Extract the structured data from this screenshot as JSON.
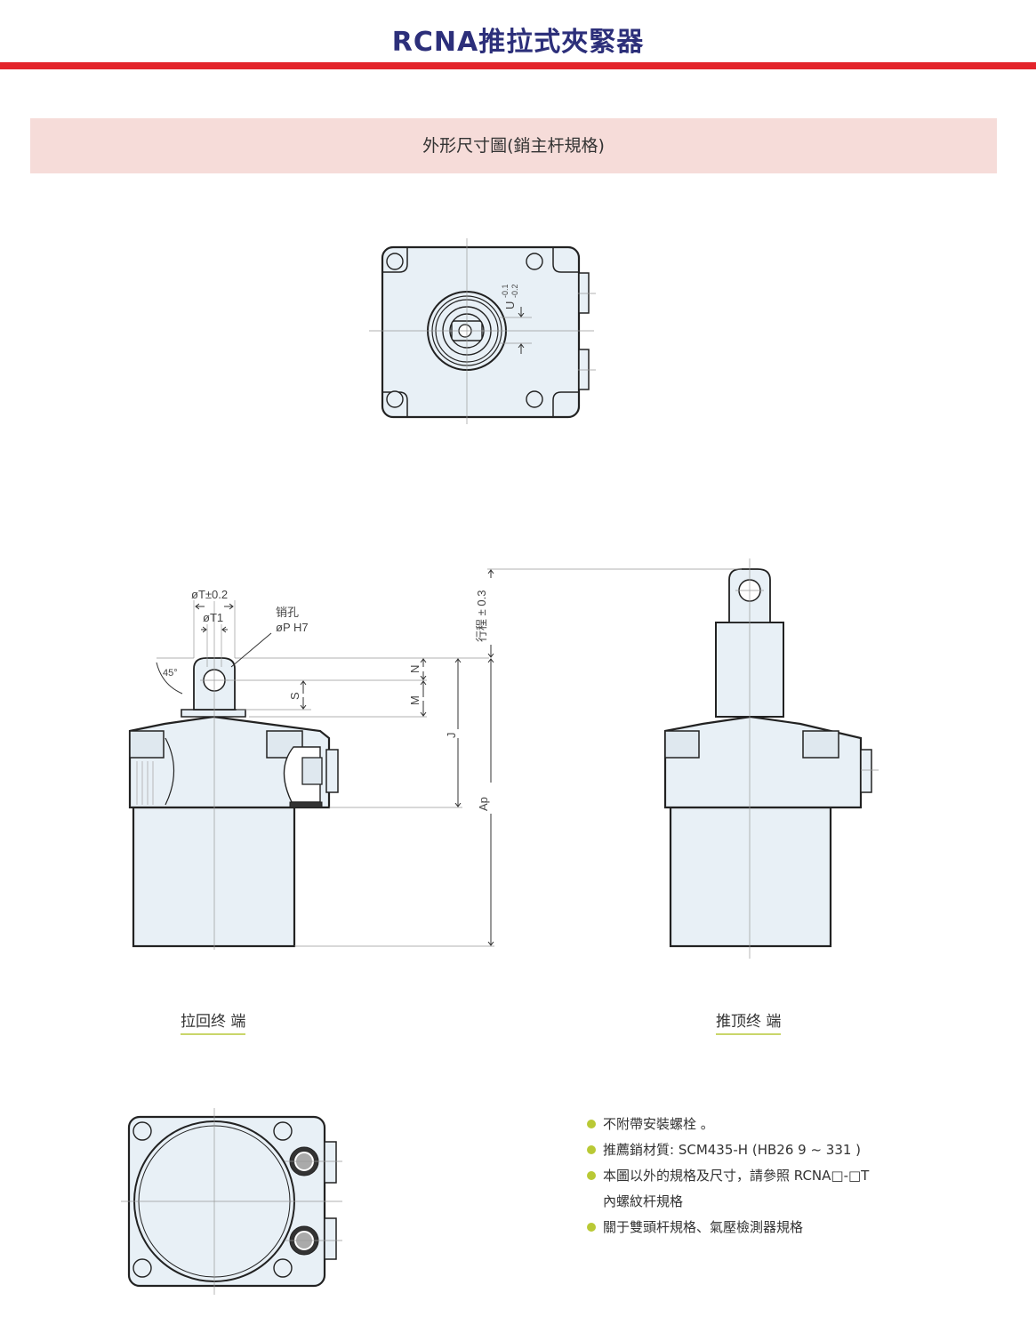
{
  "header": {
    "title": "RCNA推拉式夾緊器",
    "section_title": "外形尺寸圖(銷主杆規格)"
  },
  "drawing": {
    "labels": {
      "u": "U",
      "u_tol_upper": "-0.1",
      "u_tol_lower": "-0.2",
      "t": "øT±0.2",
      "t1": "øT1",
      "pin_hole": "销孔",
      "p": "øP H7",
      "angle": "45°",
      "n": "N",
      "s": "S",
      "m": "M",
      "j": "J",
      "ap": "Ap",
      "stroke": "行程 ± 0.3"
    },
    "captions": {
      "pull_end": "拉回终 端",
      "push_end": "推顶终 端"
    }
  },
  "notes": [
    "不附帶安裝螺栓 。",
    "推薦銷材質: SCM435-H (HB26 9 ~ 331 )",
    "本圖以外的規格及尺寸，請參照  RCNA□-□T",
    "內螺紋杆規格",
    "關于雙頭杆規格、氣壓檢測器規格"
  ]
}
